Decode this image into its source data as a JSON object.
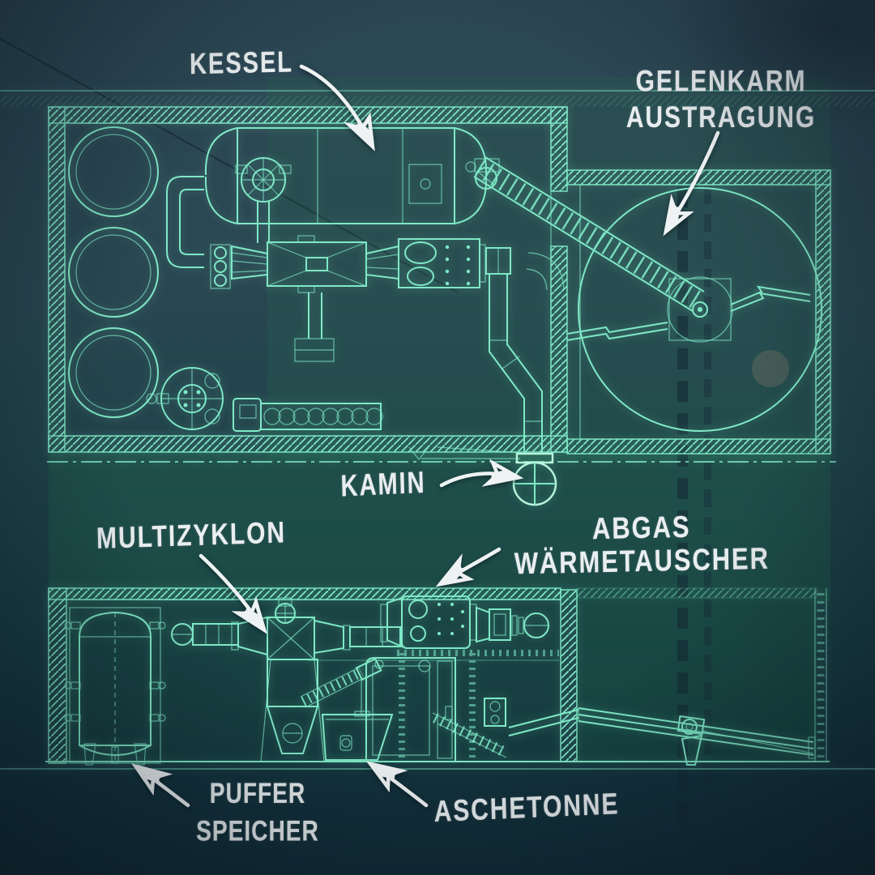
{
  "poster": {
    "labels": {
      "kessel": {
        "text": "KESSEL"
      },
      "gelenkarm_austragung": {
        "line1": "GELENKARM",
        "line2": "AUSTRAGUNG"
      },
      "kamin": {
        "text": "KAMIN"
      },
      "multizyklon": {
        "text": "MULTIZYKLON"
      },
      "abgas_waermetauscher": {
        "line1": "ABGAS",
        "line2": "WÄRMETAUSCHER"
      },
      "puffer_speicher": {
        "line1": "PUFFER",
        "line2": "SPEICHER"
      },
      "aschetonne": {
        "text": "ASCHETONNE"
      }
    },
    "palette": {
      "blueprint_line": "#7fe8c6",
      "blueprint_bright": "#b9f6dd",
      "label_text": "#e9eef0",
      "background_top": "#2c4754",
      "background_green": "#20704e",
      "background_bottom": "#102b36"
    }
  }
}
